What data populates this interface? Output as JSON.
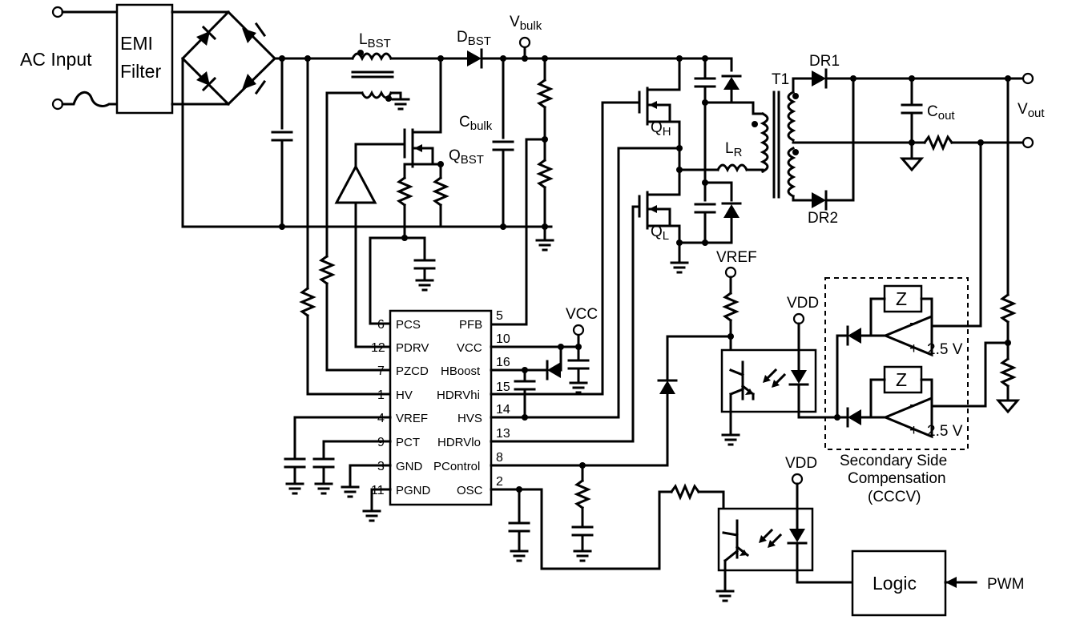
{
  "input": {
    "label": "AC Input"
  },
  "emi": {
    "line1": "EMI",
    "line2": "Filter"
  },
  "components": {
    "lbst": {
      "main": "L",
      "sub": "BST"
    },
    "dbst": {
      "main": "D",
      "sub": "BST"
    },
    "vbulk": {
      "main": "V",
      "sub": "bulk"
    },
    "cbulk": {
      "main": "C",
      "sub": "bulk"
    },
    "qbst": {
      "main": "Q",
      "sub": "BST"
    },
    "qh": {
      "main": "Q",
      "sub": "H"
    },
    "ql": {
      "main": "Q",
      "sub": "L"
    },
    "lr": {
      "main": "L",
      "sub": "R"
    },
    "t1": "T1",
    "dr1": "DR1",
    "dr2": "DR2",
    "cout": {
      "main": "C",
      "sub": "out"
    },
    "vout": {
      "main": "V",
      "sub": "out"
    },
    "vref": "VREF",
    "vcc": "VCC",
    "vdd1": "VDD",
    "vdd2": "VDD",
    "z1": "Z",
    "z2": "Z",
    "ref1": "2.5 V",
    "ref2": "2.5 V",
    "minus": "−",
    "plus": "+",
    "logic": "Logic",
    "pwm": "PWM"
  },
  "secondary": {
    "line1": "Secondary Side",
    "line2": "Compensation",
    "line3": "(CCCV)"
  },
  "ic": {
    "left_pins": [
      {
        "num": "6",
        "name": "PCS"
      },
      {
        "num": "12",
        "name": "PDRV"
      },
      {
        "num": "7",
        "name": "PZCD"
      },
      {
        "num": "1",
        "name": "HV"
      },
      {
        "num": "4",
        "name": "VREF"
      },
      {
        "num": "9",
        "name": "PCT"
      },
      {
        "num": "3",
        "name": "GND"
      },
      {
        "num": "11",
        "name": "PGND"
      }
    ],
    "right_pins": [
      {
        "num": "5",
        "name": "PFB"
      },
      {
        "num": "10",
        "name": "VCC"
      },
      {
        "num": "16",
        "name": "HBoost"
      },
      {
        "num": "15",
        "name": "HDRVhi"
      },
      {
        "num": "14",
        "name": "HVS"
      },
      {
        "num": "13",
        "name": "HDRVlo"
      },
      {
        "num": "8",
        "name": "PControl"
      },
      {
        "num": "2",
        "name": "OSC"
      }
    ]
  }
}
